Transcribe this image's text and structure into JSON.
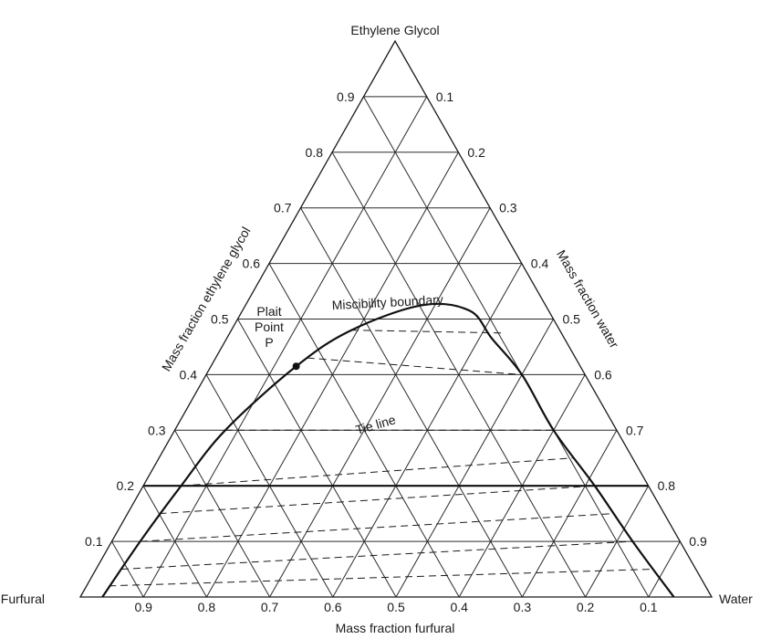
{
  "vertices": {
    "top": "Ethylene Glycol",
    "left": "Furfural",
    "right": "Water"
  },
  "axis_titles": {
    "left": "Mass fraction ethylene glycol",
    "right": "Mass fraction water",
    "bottom": "Mass fraction furfural"
  },
  "left_ticks": [
    "0.1",
    "0.2",
    "0.3",
    "0.4",
    "0.5",
    "0.6",
    "0.7",
    "0.8",
    "0.9"
  ],
  "right_ticks": [
    "0.1",
    "0.2",
    "0.3",
    "0.4",
    "0.5",
    "0.6",
    "0.7",
    "0.8",
    "0.9"
  ],
  "bottom_ticks": [
    "0.9",
    "0.8",
    "0.7",
    "0.6",
    "0.5",
    "0.4",
    "0.3",
    "0.2",
    "0.1"
  ],
  "annotations": {
    "miscibility": "Miscibility boundary",
    "tie_line": "Tie line",
    "plait_1": "Plait",
    "plait_2": "Point",
    "plait_3": "P"
  },
  "highlighted_line": {
    "ethylene_glycol": 0.2
  },
  "plait_point": {
    "ethylene_glycol": 0.415,
    "water": 0.135,
    "furfural": 0.45
  },
  "miscibility_boundary": [
    {
      "glycol": 0.0,
      "water": 0.035
    },
    {
      "glycol": 0.1,
      "water": 0.045
    },
    {
      "glycol": 0.2,
      "water": 0.06
    },
    {
      "glycol": 0.3,
      "water": 0.08
    },
    {
      "glycol": 0.415,
      "water": 0.135
    },
    {
      "glycol": 0.48,
      "water": 0.19
    },
    {
      "glycol": 0.525,
      "water": 0.28
    },
    {
      "glycol": 0.515,
      "water": 0.36
    },
    {
      "glycol": 0.465,
      "water": 0.42
    },
    {
      "glycol": 0.4,
      "water": 0.5
    },
    {
      "glycol": 0.3,
      "water": 0.6
    },
    {
      "glycol": 0.2,
      "water": 0.715
    },
    {
      "glycol": 0.1,
      "water": 0.825
    },
    {
      "glycol": 0.0,
      "water": 0.94
    }
  ],
  "tie_lines": [
    {
      "a": {
        "glycol": 0.48,
        "water": 0.19
      },
      "b": {
        "glycol": 0.475,
        "water": 0.43
      }
    },
    {
      "a": {
        "glycol": 0.43,
        "water": 0.145
      },
      "b": {
        "glycol": 0.4,
        "water": 0.5
      }
    },
    {
      "a": {
        "glycol": 0.3,
        "water": 0.08
      },
      "b": {
        "glycol": 0.3,
        "water": 0.6
      }
    },
    {
      "a": {
        "glycol": 0.2,
        "water": 0.06
      },
      "b": {
        "glycol": 0.25,
        "water": 0.655
      }
    },
    {
      "a": {
        "glycol": 0.15,
        "water": 0.05
      },
      "b": {
        "glycol": 0.2,
        "water": 0.715
      }
    },
    {
      "a": {
        "glycol": 0.1,
        "water": 0.045
      },
      "b": {
        "glycol": 0.15,
        "water": 0.77
      }
    },
    {
      "a": {
        "glycol": 0.05,
        "water": 0.04
      },
      "b": {
        "glycol": 0.1,
        "water": 0.825
      }
    },
    {
      "a": {
        "glycol": 0.02,
        "water": 0.035
      },
      "b": {
        "glycol": 0.05,
        "water": 0.88
      }
    }
  ]
}
